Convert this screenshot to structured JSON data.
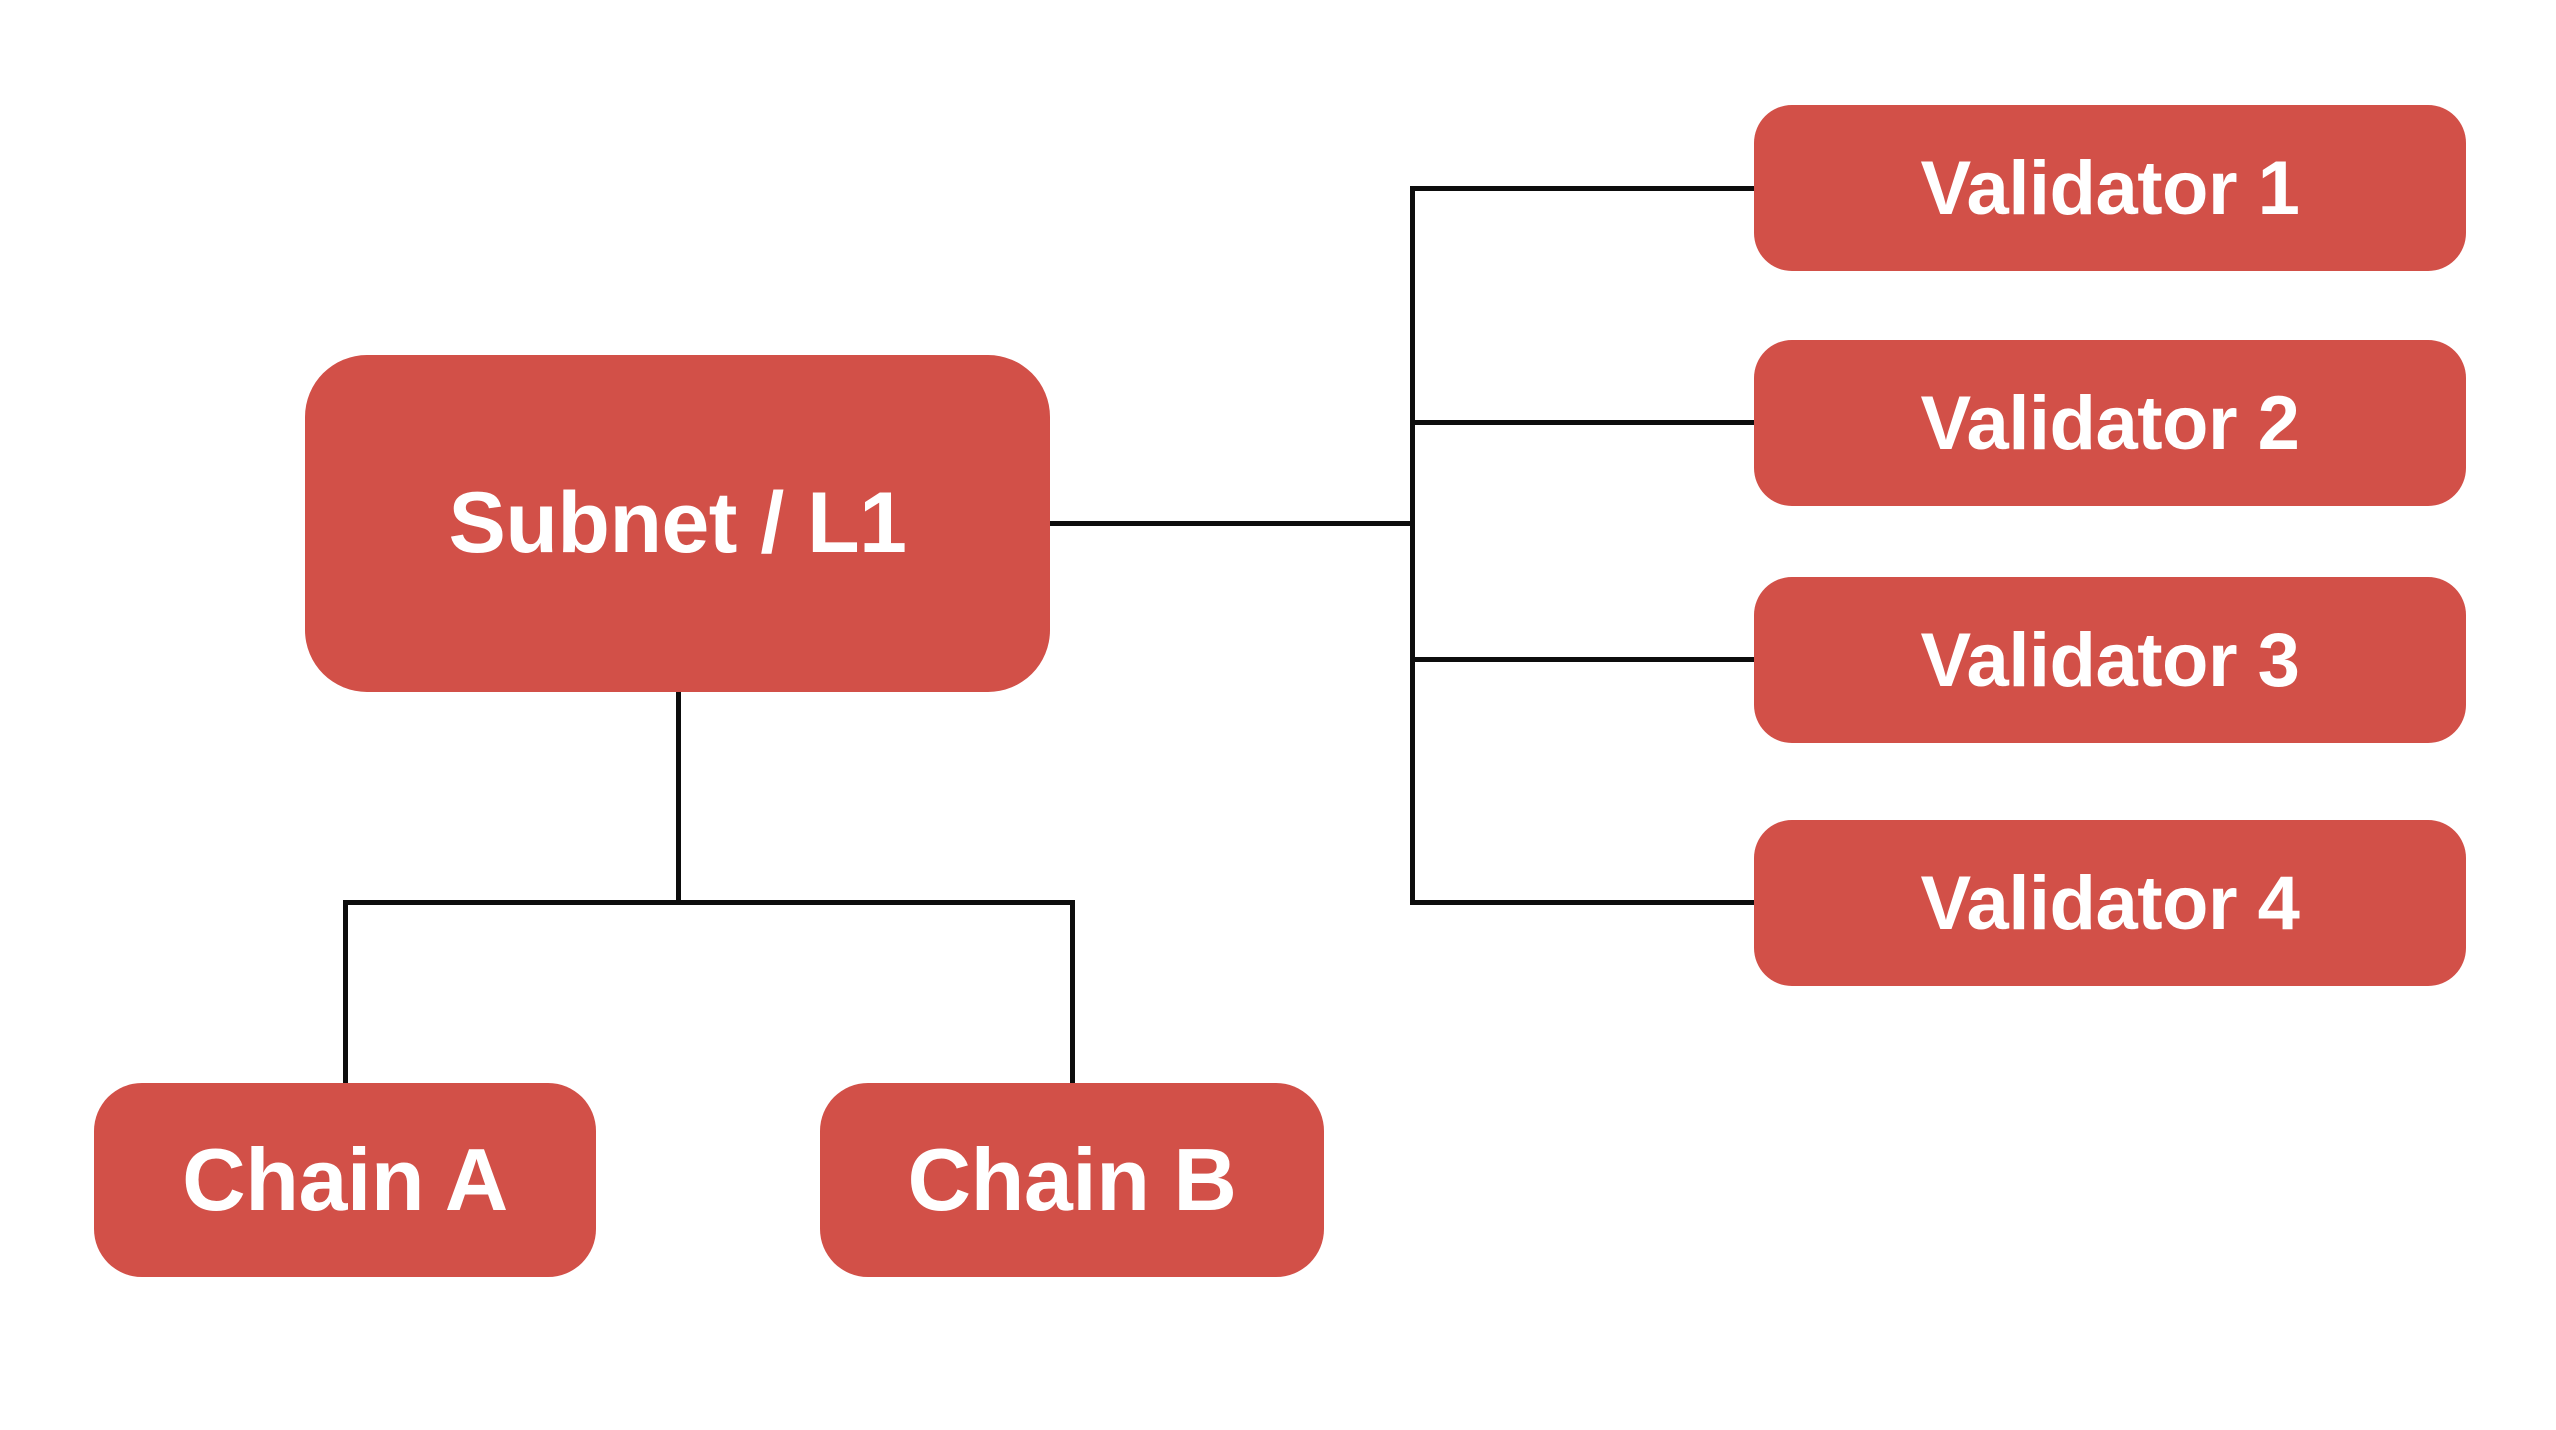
{
  "diagram": {
    "background": "#ffffff",
    "colors": {
      "node_fill": "#d25048",
      "node_text": "#ffffff",
      "connector": "#0d0d0d"
    },
    "root": {
      "label": "Subnet / L1"
    },
    "chains": [
      {
        "label": "Chain A"
      },
      {
        "label": "Chain B"
      }
    ],
    "validators": [
      {
        "label": "Validator 1"
      },
      {
        "label": "Validator 2"
      },
      {
        "label": "Validator 3"
      },
      {
        "label": "Validator 4"
      }
    ]
  }
}
